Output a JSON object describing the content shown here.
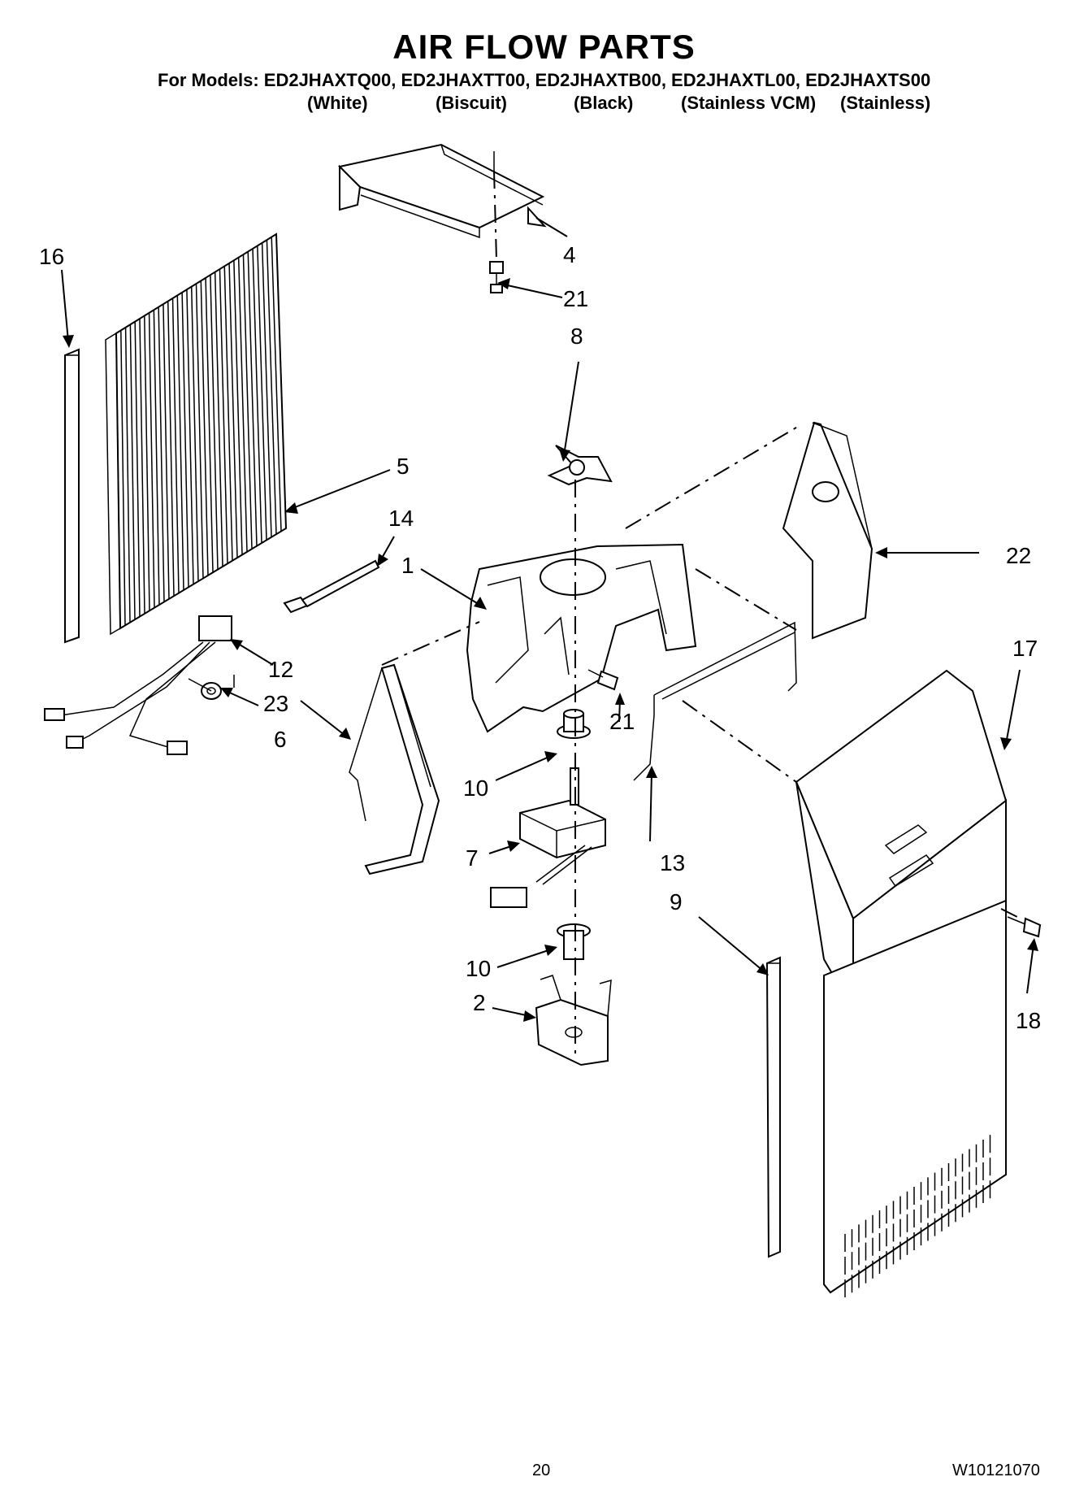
{
  "header": {
    "title": "AIR FLOW PARTS",
    "models_line": "For Models: ED2JHAXTQ00, ED2JHAXTT00, ED2JHAXTB00, ED2JHAXTL00, ED2JHAXTS00",
    "colors": [
      "(White)",
      "(Biscuit)",
      "(Black)",
      "(Stainless VCM)",
      "(Stainless)"
    ]
  },
  "callouts": {
    "c1": "1",
    "c2": "2",
    "c4": "4",
    "c5": "5",
    "c6": "6",
    "c7": "7",
    "c8": "8",
    "c9": "9",
    "c10a": "10",
    "c10b": "10",
    "c12": "12",
    "c13": "13",
    "c14": "14",
    "c16": "16",
    "c17": "17",
    "c18": "18",
    "c21a": "21",
    "c21b": "21",
    "c22": "22",
    "c23": "23"
  },
  "footer": {
    "page_number": "20",
    "doc_number": "W10121070"
  }
}
